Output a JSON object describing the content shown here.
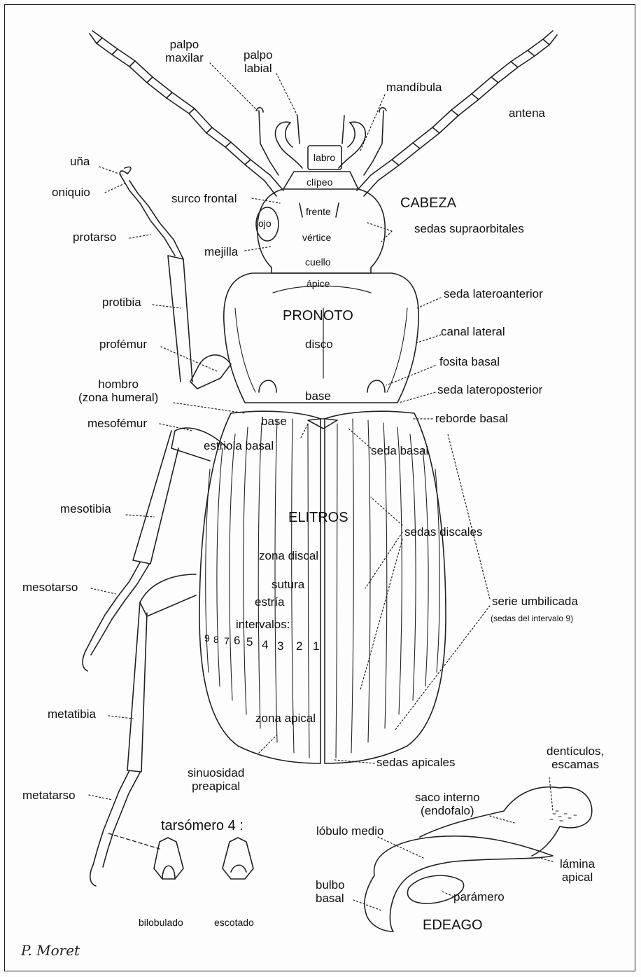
{
  "labels": {
    "palpo_maxilar": "palpo\nmaxilar",
    "palpo_labial": "palpo\nlabial",
    "mandibula": "mandíbula",
    "antena": "antena",
    "una": "uña",
    "oniquio": "oniquio",
    "labro": "labro",
    "clipeo": "clípeo",
    "surco_frontal": "surco frontal",
    "frente": "frente",
    "cabeza": "CABEZA",
    "ojo": "ojo",
    "sedas_supraorbitales": "sedas supraorbitales",
    "protarso": "protarso",
    "vertice": "vértice",
    "mejilla": "mejilla",
    "cuello": "cuello",
    "apice": "ápice",
    "seda_lateroanterior": "seda lateroanterior",
    "protibia": "protibia",
    "pronoto": "PRONOTO",
    "canal_lateral": "canal lateral",
    "profemur": "profémur",
    "disco": "disco",
    "fosita_basal": "fosita basal",
    "hombro": "hombro\n(zona humeral)",
    "base_pronoto": "base",
    "seda_lateroposterior": "seda lateroposterior",
    "mesofemur": "mesofémur",
    "base_elitros": "base",
    "reborde_basal": "reborde basal",
    "estriola_basal": "estriola basal",
    "seda_basal": "seda basal",
    "mesotibia": "mesotibia",
    "elitros": "ELITROS",
    "sedas_discales": "sedas discales",
    "zona_discal": "zona discal",
    "sutura": "sutura",
    "mesotarso": "mesotarso",
    "estria": "estría",
    "serie_umbilicada": "serie umbilicada",
    "serie_umbilicada_sub": "(sedas del intervalo 9)",
    "intervalos": "intervalos:",
    "metatibia": "metatibia",
    "zona_apical": "zona apical",
    "sinuosidad": "sinuosidad\npreapical",
    "sedas_apicales": "sedas apicales",
    "denticulos": "dentículos,\nescamas",
    "metatarso": "metatarso",
    "saco_interno": "saco interno\n(endofalo)",
    "tarsomero": "tarsómero 4 :",
    "lobulo_medio": "lóbulo medio",
    "lamina_apical": "lámina\napical",
    "bulbo_basal": "bulbo\nbasal",
    "paramero": "parámero",
    "bilobulado": "bilobulado",
    "escotado": "escotado",
    "edeago": "EDEAGO",
    "signature": "P. Moret"
  },
  "interval_numbers": [
    "9",
    "8",
    "7",
    "6",
    "5",
    "4",
    "3",
    "2",
    "1"
  ]
}
